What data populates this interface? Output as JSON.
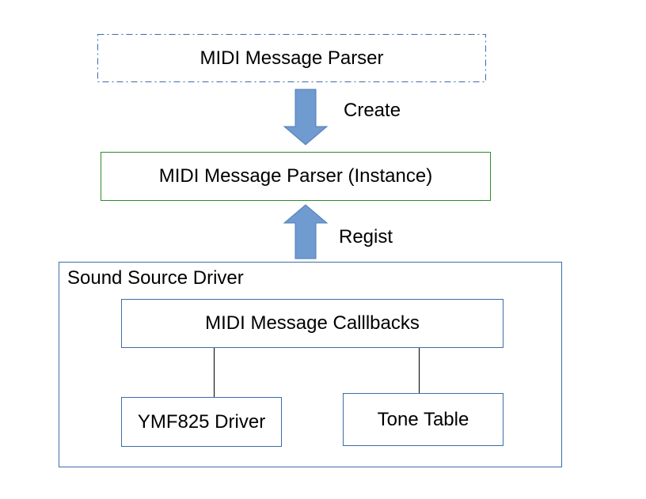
{
  "diagram": {
    "parser_template": {
      "label": "MIDI Message Parser"
    },
    "create_arrow": {
      "label": "Create"
    },
    "parser_instance": {
      "label": "MIDI Message Parser (Instance)"
    },
    "regist_arrow": {
      "label": "Regist"
    },
    "sound_source_driver": {
      "label": "Sound Source Driver",
      "callbacks": {
        "label": "MIDI Message Calllbacks"
      },
      "ymf825_driver": {
        "label": "YMF825 Driver"
      },
      "tone_table": {
        "label": "Tone Table"
      }
    }
  },
  "colors": {
    "arrow_fill": "#6f9bd1",
    "arrow_stroke": "#4f7db3",
    "instance_border": "#2e8b2e",
    "box_border": "#3a6ea5",
    "dashed_border": "#3a6ea5",
    "connector": "#000000"
  }
}
